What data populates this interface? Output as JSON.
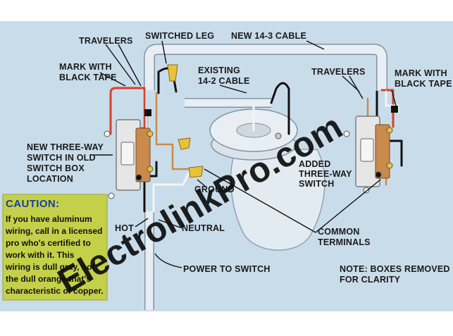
{
  "labels": {
    "travelers_left": "TRAVELERS",
    "switched_leg": "SWITCHED LEG",
    "new_cable": "NEW 14-3 CABLE",
    "mark_left_1": "MARK WITH",
    "mark_left_2": "BLACK TAPE",
    "existing_1": "EXISTING",
    "existing_2": "14-2 CABLE",
    "travelers_right": "TRAVELERS",
    "mark_right_1": "MARK WITH",
    "mark_right_2": "BLACK TAPE",
    "new_switch_1": "NEW THREE-WAY",
    "new_switch_2": "SWITCH IN OLD",
    "new_switch_3": "SWITCH BOX",
    "new_switch_4": "LOCATION",
    "added_1": "ADDED",
    "added_2": "THREE-WAY",
    "added_3": "SWITCH",
    "ground": "GROUND",
    "hot": "HOT",
    "neutral": "NEUTRAL",
    "common_1": "COMMON",
    "common_2": "TERMINALS",
    "power": "POWER TO SWITCH",
    "note_1": "NOTE: BOXES REMOVED",
    "note_2": "FOR CLARITY"
  },
  "caution": {
    "title": "CAUTION:",
    "lines": [
      "If you have aluminum",
      "wiring, call in a licensed",
      "pro who's certified to",
      "work with it. This",
      "wiring is dull gray, not",
      "the dull orange that's",
      "characteristic of copper."
    ]
  },
  "watermark": {
    "text": "ElectrolinkPro.com"
  },
  "colors": {
    "background": "#c9dcea",
    "caution_box": "#c4d04a",
    "wire_black": "#111111",
    "wire_red": "#d8412a",
    "wire_copper": "#c98a4b",
    "wire_white": "#f4f4f4",
    "cable_sheath": "#e8eef3",
    "wire_nut": "#e8c23a"
  }
}
